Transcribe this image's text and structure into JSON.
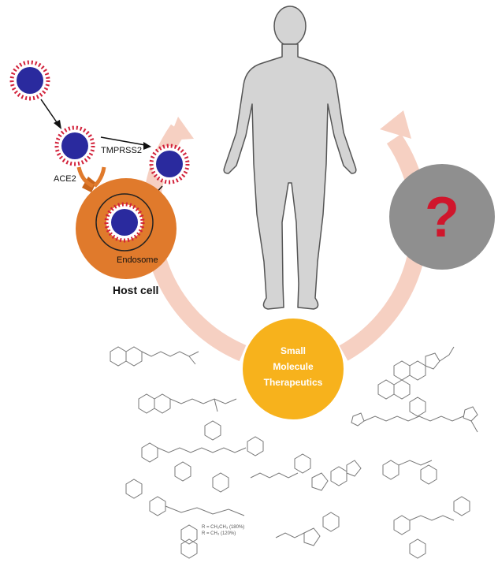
{
  "labels": {
    "tmprss2": "TMPRSS2",
    "ace2": "ACE2",
    "endosome": "Endosome",
    "host_cell": "Host cell",
    "question": "?",
    "center_line1": "Small",
    "center_line2": "Molecule",
    "center_line3": "Therapeutics",
    "footnote_line1": "R = CH₂CH₃ (180%)",
    "footnote_line2": "R = CH₃ (120%)"
  },
  "colors": {
    "virus_core": "#2a2a9e",
    "virus_spike": "#d2213a",
    "cell": "#e07a2c",
    "cell_dark": "#c9651b",
    "arrow_ring": "#f6d0c2",
    "unknown_circle": "#8f8f8f",
    "question_mark": "#d0162c",
    "therapeutics": "#f7b21c",
    "body_fill": "#d4d4d4",
    "body_stroke": "#555555"
  },
  "icons": {
    "virus": "coronavirus-icon",
    "human": "human-silhouette-icon",
    "molecules": "chemical-structure-icon"
  }
}
